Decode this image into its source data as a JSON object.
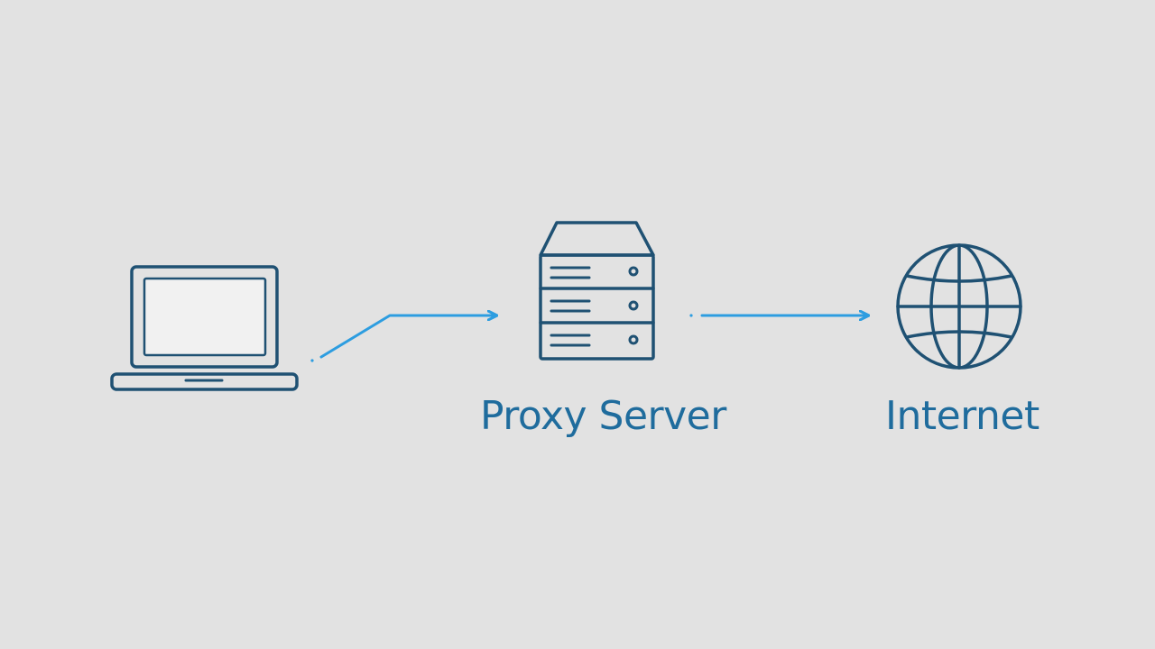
{
  "colors": {
    "background": "#e2e2e2",
    "icon_stroke": "#1f5173",
    "arrow": "#2d9de0",
    "label_text": "#1f6c9d"
  },
  "nodes": [
    {
      "id": "client",
      "icon": "laptop-icon"
    },
    {
      "id": "proxy",
      "icon": "server-icon",
      "label": "Proxy Server"
    },
    {
      "id": "internet",
      "icon": "globe-icon",
      "label": "Internet"
    }
  ],
  "edges": [
    {
      "from": "client",
      "to": "proxy"
    },
    {
      "from": "proxy",
      "to": "internet"
    }
  ]
}
